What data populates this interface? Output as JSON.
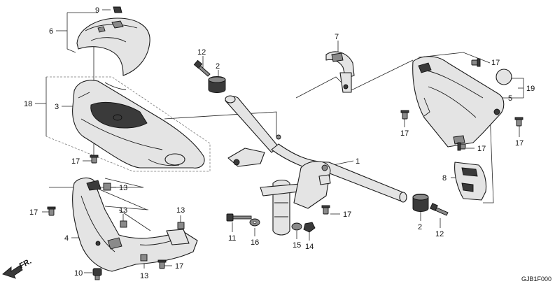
{
  "diagram": {
    "callouts": [
      {
        "id": "c9",
        "text": "9"
      },
      {
        "id": "c6",
        "text": "6"
      },
      {
        "id": "c18",
        "text": "18"
      },
      {
        "id": "c3",
        "text": "3"
      },
      {
        "id": "c17a",
        "text": "17"
      },
      {
        "id": "c12a",
        "text": "12"
      },
      {
        "id": "c2a",
        "text": "2"
      },
      {
        "id": "c7",
        "text": "7"
      },
      {
        "id": "c17b",
        "text": "17"
      },
      {
        "id": "c19",
        "text": "19"
      },
      {
        "id": "c5",
        "text": "5"
      },
      {
        "id": "c17c",
        "text": "17"
      },
      {
        "id": "c17d",
        "text": "17"
      },
      {
        "id": "c17e",
        "text": "17"
      },
      {
        "id": "c8",
        "text": "8"
      },
      {
        "id": "c1",
        "text": "1"
      },
      {
        "id": "c13a",
        "text": "13"
      },
      {
        "id": "c17f",
        "text": "17"
      },
      {
        "id": "c13b",
        "text": "13"
      },
      {
        "id": "c4",
        "text": "4"
      },
      {
        "id": "c13c",
        "text": "13"
      },
      {
        "id": "c10",
        "text": "10"
      },
      {
        "id": "c13d",
        "text": "13"
      },
      {
        "id": "c17g",
        "text": "17"
      },
      {
        "id": "c11",
        "text": "11"
      },
      {
        "id": "c16",
        "text": "16"
      },
      {
        "id": "c15",
        "text": "15"
      },
      {
        "id": "c14",
        "text": "14"
      },
      {
        "id": "c17h",
        "text": "17"
      },
      {
        "id": "c2b",
        "text": "2"
      },
      {
        "id": "c12b",
        "text": "12"
      }
    ],
    "direction_label": "FR.",
    "drawing_code": "GJB1F000"
  }
}
